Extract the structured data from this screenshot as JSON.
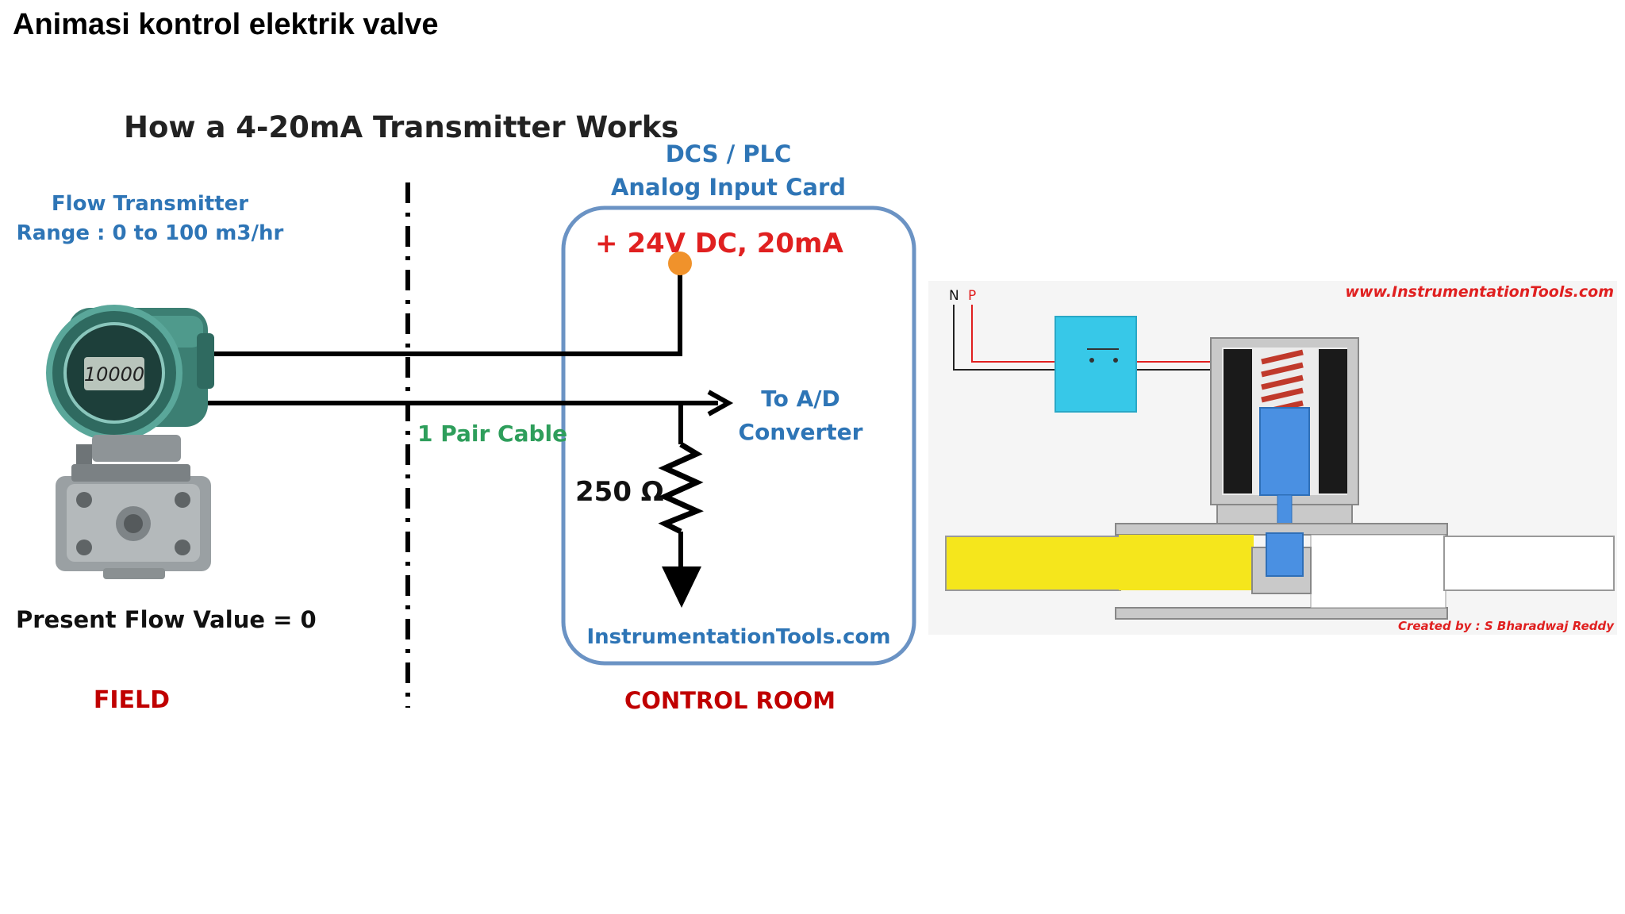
{
  "page": {
    "title": "Animasi kontrol elektrik valve"
  },
  "transmitter_diagram": {
    "heading": "How a 4-20mA Transmitter Works",
    "card_title_line1": "DCS / PLC",
    "card_title_line2": "Analog Input Card",
    "transmitter_label_line1": "Flow Transmitter",
    "transmitter_label_line2": "Range : 0 to 100 m3/hr",
    "transmitter_display": "10000",
    "supply_label": "+ 24V DC, 20mA",
    "cable_label": "1 Pair Cable",
    "converter_label_line1": "To A/D",
    "converter_label_line2": "Converter",
    "resistor_label": "250 Ω",
    "card_footer": "InstrumentationTools.com",
    "present_value_label": "Present Flow Value = 0",
    "field_label": "FIELD",
    "control_room_label": "CONTROL ROOM",
    "colors": {
      "blue_text": "#2e75b6",
      "red_text": "#e02020",
      "dark_red_text": "#c00000",
      "green_text": "#2e9e5b",
      "card_border": "#6b93c4",
      "supply_dot": "#f0922b"
    }
  },
  "solenoid_valve": {
    "terminal_n": "N",
    "terminal_p": "P",
    "watermark": "www.InstrumentationTools.com",
    "credit": "Created by : S Bharadwaj Reddy",
    "colors": {
      "switch_box": "#37c8e8",
      "fluid": "#f5e61c",
      "plunger": "#4a90e2",
      "spring": "#c0392b",
      "coil": "#1a1a1a",
      "red_wire": "#e02020",
      "watermark_red": "#e02020"
    }
  }
}
